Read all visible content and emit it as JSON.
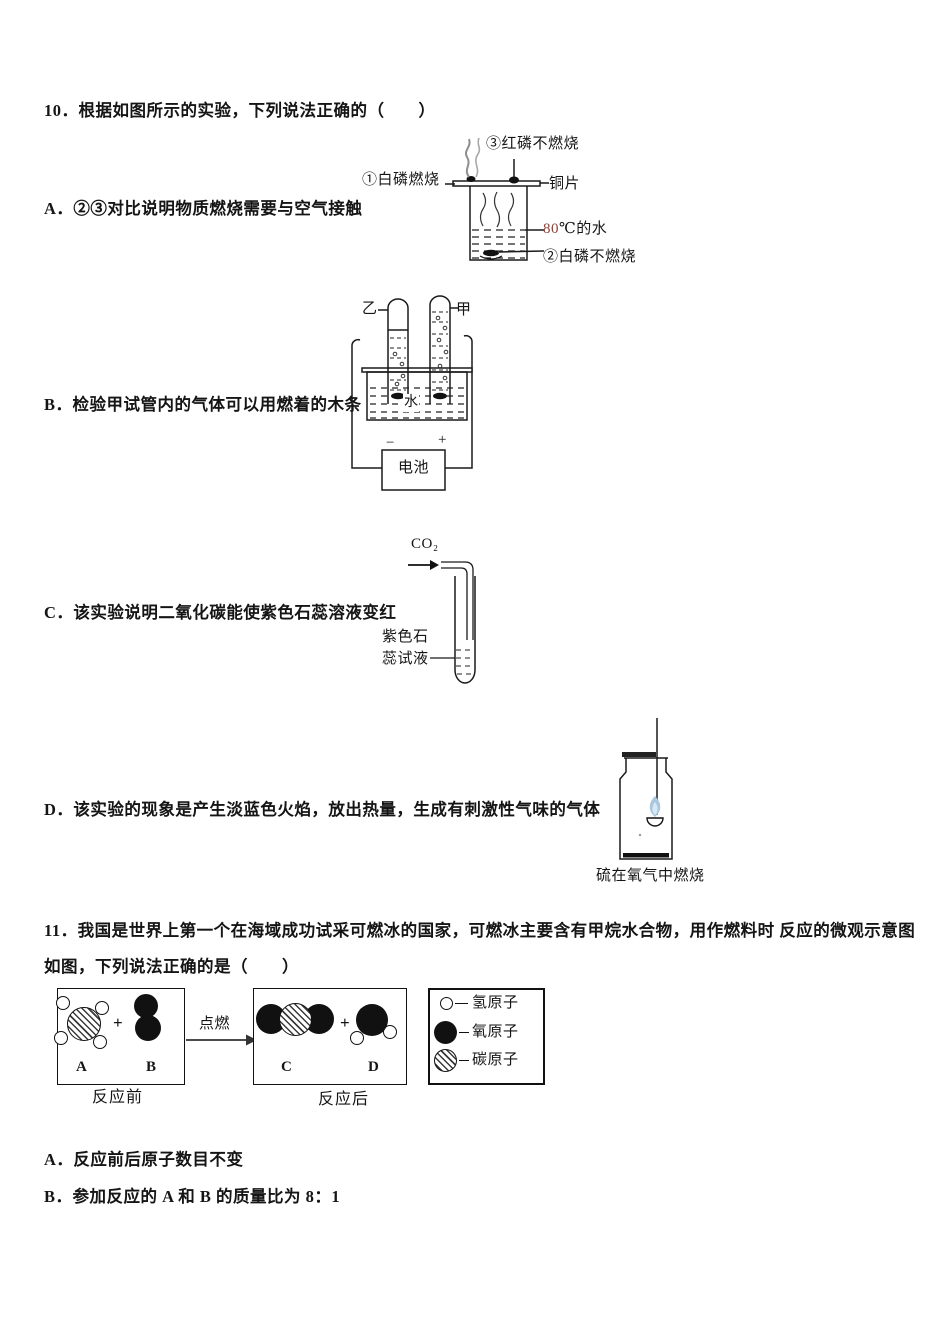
{
  "q10": {
    "stem": "10．根据如图所示的实验，下列说法正确的（　　）",
    "option_a": "A．②③对比说明物质燃烧需要与空气接触",
    "option_b": "B．检验甲试管内的气体可以用燃着的木条",
    "option_c": "C．该实验说明二氧化碳能使紫色石蕊溶液变红",
    "option_d": "D．该实验的现象是产生淡蓝色火焰，放出热量，生成有刺激性气味的气体",
    "fig_a": {
      "red_p": "③红磷不燃烧",
      "white_p_burn": "①白磷燃烧",
      "copper": "铜片",
      "temp_num": "80",
      "temp_rest": "℃的水",
      "white_p_noburn": "②白磷不燃烧"
    },
    "fig_b": {
      "tube_left": "乙",
      "tube_right": "甲",
      "water": "水",
      "battery": "电池",
      "minus": "−",
      "plus": "+"
    },
    "fig_c": {
      "gas": "CO₂",
      "litmus_line1": "紫色石",
      "litmus_line2": "蕊试液"
    },
    "fig_d": {
      "caption": "硫在氧气中燃烧"
    }
  },
  "q11": {
    "stem_line1": "11．我国是世界上第一个在海域成功试采可燃冰的国家，可燃冰主要含有甲烷水合物，用作燃料时 反应的微观示意图",
    "stem_line2": "如图，下列说法正确的是（　　）",
    "fig": {
      "before_label": "反应前",
      "after_label": "反应后",
      "ignite": "点燃",
      "plus": "+",
      "mol_a": "A",
      "mol_b": "B",
      "mol_c": "C",
      "mol_d": "D",
      "legend": {
        "hydrogen": "氢原子",
        "oxygen": "氧原子",
        "carbon": "碳原子"
      }
    },
    "option_a": "A．反应前后原子数目不变",
    "option_b": "B．参加反应的 A 和 B 的质量比为 8：1"
  }
}
